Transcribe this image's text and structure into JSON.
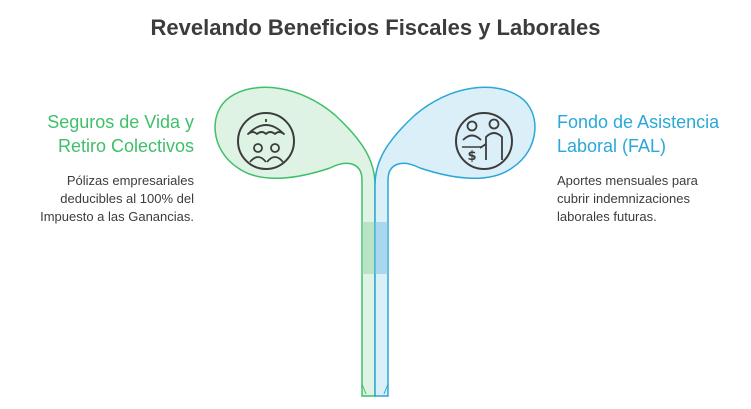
{
  "title": "Revelando Beneficios Fiscales y Laborales",
  "left": {
    "heading_line1": "Seguros de Vida y",
    "heading_line2": "Retiro Colectivos",
    "desc_line1": "Pólizas empresariales",
    "desc_line2": "deducibles al 100% del",
    "desc_line3": "Impuesto a las Ganancias.",
    "color": "#3fbf6a",
    "fill": "#dff3e4",
    "icon": "umbrella-family-icon"
  },
  "right": {
    "heading_line1": "Fondo de Asistencia",
    "heading_line2": "Laboral (FAL)",
    "desc_line1": "Aportes mensuales para",
    "desc_line2": "cubrir indemnizaciones",
    "desc_line3": "laborales futuras.",
    "color": "#2ba7d8",
    "fill": "#dbeff8",
    "icon": "money-handshake-icon"
  }
}
